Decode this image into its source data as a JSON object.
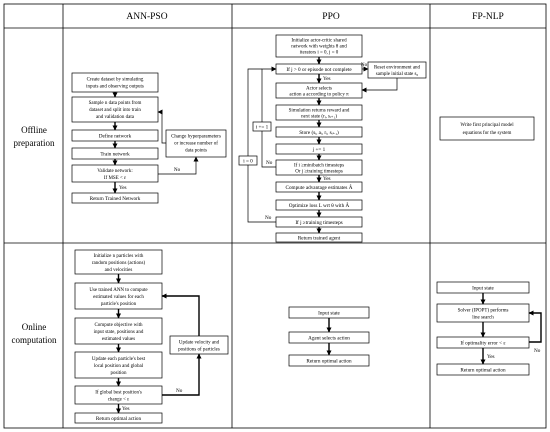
{
  "headers": {
    "ann_pso": "ANN-PSO",
    "ppo": "PPO",
    "fp_nlp": "FP-NLP"
  },
  "rows": {
    "offline": [
      "Offline",
      "preparation"
    ],
    "online": [
      "Online",
      "computation"
    ]
  },
  "ann_offline": {
    "create": [
      "Create dataset by simulating",
      "inputs and observing outputs"
    ],
    "sample": [
      "Sample n data points from",
      "dataset and split into train",
      "and validation data"
    ],
    "define": [
      "Define network"
    ],
    "train": [
      "Train network"
    ],
    "validate": [
      "Validate network:",
      "If MSE < ε"
    ],
    "return": [
      "Return Trained Network"
    ],
    "change": [
      "Change hyperparameters",
      "or increase number of",
      "data points"
    ],
    "no": "No",
    "yes": "Yes"
  },
  "ppo_offline": {
    "init": [
      "Initialize actor-critic shared",
      "network with weights θ and",
      "iterators i = 0, j = 0"
    ],
    "reset": [
      "Reset environment and",
      "sample initial state s₀"
    ],
    "ifj0": [
      "If j > 0 or episode not complete"
    ],
    "actor": [
      "Actor selects",
      "action a according to policy π"
    ],
    "sim": [
      "Simulation returns reward and",
      "next state (rᵢ, sᵢ₊₁)"
    ],
    "store": [
      "Store (sᵢ, aᵢ, rᵢ, sᵢ₊₁)"
    ],
    "jinc": [
      "j += 1"
    ],
    "ifmini": [
      "If i ≥minibatch timesteps",
      "Or j ≥training timesteps"
    ],
    "adv": [
      "Compute advantage estimates Â"
    ],
    "opt": [
      "Optimize loss L wrt θ with Â"
    ],
    "ifjt": [
      "If j ≥training timesteps"
    ],
    "return": [
      "Return trained agent"
    ],
    "i_inc": "i += 1",
    "i_zero": "i = 0",
    "yes": "Yes",
    "no": "No"
  },
  "fp_offline": {
    "write": [
      "Write first principal model",
      "equations for the system"
    ]
  },
  "ann_online": {
    "init": [
      "Initialize n particles with",
      "random positions (actions)",
      "and velocities"
    ],
    "use": [
      "Use trained ANN to compute",
      "estimated values for each",
      "particle's position"
    ],
    "obj": [
      "Compute objective with",
      "input state, positions and",
      "estimated values"
    ],
    "update_best": [
      "Update each particle's best",
      "local position and global",
      "position"
    ],
    "ifbest": [
      "If global best position's",
      "change < ε"
    ],
    "return": [
      "Return optimal action"
    ],
    "update_vel": [
      "Update velocity and",
      "positions of particles"
    ],
    "no": "No",
    "yes": "Yes"
  },
  "ppo_online": {
    "input": [
      "Input state"
    ],
    "agent": [
      "Agent selects action"
    ],
    "return": [
      "Return optimal action"
    ]
  },
  "fp_online": {
    "input": [
      "Input state"
    ],
    "solver": [
      "Solver (IPOPT) performs",
      "line search"
    ],
    "ifopt": [
      "If optimality error < ε"
    ],
    "return": [
      "Return optimal action"
    ],
    "yes": "Yes",
    "no": "No"
  }
}
